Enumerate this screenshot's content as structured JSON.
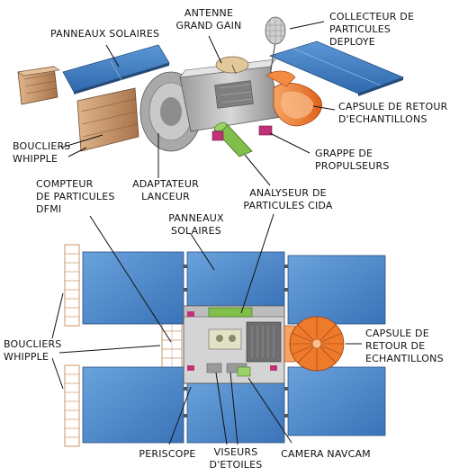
{
  "labels": {
    "panneaux_solaires_top": "PANNEAUX SOLAIRES",
    "antenne_l1": "ANTENNE",
    "antenne_l2": "GRAND GAIN",
    "collecteur_l1": "COLLECTEUR DE",
    "collecteur_l2": "PARTICULES",
    "collecteur_l3": "DEPLOYE",
    "capsule_top_l1": "CAPSULE DE RETOUR",
    "capsule_top_l2": "D'ECHANTILLONS",
    "boucliers_top_l1": "BOUCLIERS",
    "boucliers_top_l2": "WHIPPLE",
    "grappe_l1": "GRAPPE DE",
    "grappe_l2": "PROPULSEURS",
    "adaptateur_l1": "ADAPTATEUR",
    "adaptateur_l2": "LANCEUR",
    "compteur_l1": "COMPTEUR",
    "compteur_l2": "DE PARTICULES",
    "compteur_l3": "DFMI",
    "analyseur_l1": "ANALYSEUR DE",
    "analyseur_l2": "PARTICULES CIDA",
    "panneaux_bottom_l1": "PANNEAUX",
    "panneaux_bottom_l2": "SOLAIRES",
    "boucliers_bottom_l1": "BOUCLIERS",
    "boucliers_bottom_l2": "WHIPPLE",
    "capsule_bottom_l1": "CAPSULE DE",
    "capsule_bottom_l2": "RETOUR DE",
    "capsule_bottom_l3": "ECHANTILLONS",
    "periscope": "PERISCOPE",
    "viseurs_l1": "VISEURS",
    "viseurs_l2": "D'ETOILES",
    "camera": "CAMERA NAVCAM"
  },
  "colors": {
    "panel_blue": "#4a86c8",
    "panel_blue_dark": "#2f5f99",
    "capsule_orange": "#f07a2a",
    "capsule_light": "#f6a464",
    "body_gray": "#c8c8c8",
    "body_dark": "#8a8a8a",
    "shield_tan": "#c9956a",
    "thruster_magenta": "#c2307a",
    "cida_green": "#7fbf4a"
  }
}
